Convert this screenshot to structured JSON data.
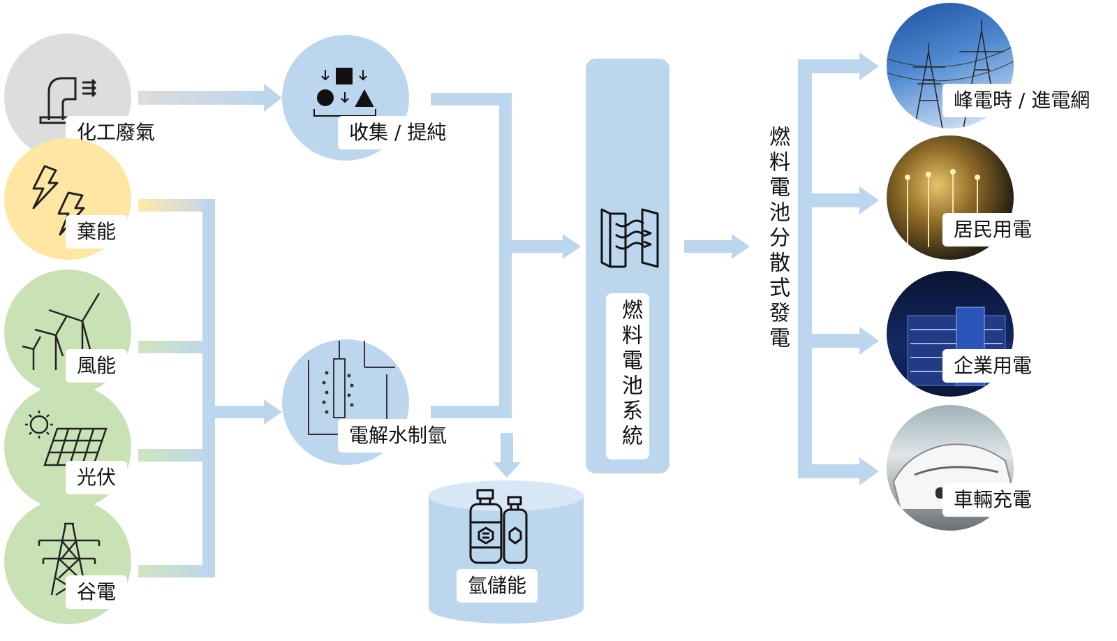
{
  "sources": [
    {
      "label": "化工廢氣",
      "icon": "chemical-pipe-icon"
    },
    {
      "label": "棄能",
      "icon": "lightning-icon"
    },
    {
      "label": "風能",
      "icon": "wind-turbine-icon"
    },
    {
      "label": "光伏",
      "icon": "solar-panel-icon"
    },
    {
      "label": "谷電",
      "icon": "power-tower-icon"
    }
  ],
  "processes": [
    {
      "label": "收集 / 提純",
      "icon": "sorting-shapes-icon"
    },
    {
      "label": "電解水制氫",
      "icon": "electrolysis-icon"
    }
  ],
  "storage": {
    "label": "氫儲能",
    "icon": "hydrogen-tanks-icon"
  },
  "fuel_cell": {
    "label": "燃料電池系統",
    "icon": "fuel-cell-stack-icon"
  },
  "generation_label": "燃料電池分散式發電",
  "outputs": [
    {
      "label": "峰電時 / 進電網",
      "icon": "transmission-tower-photo"
    },
    {
      "label": "居民用電",
      "icon": "residential-lights-photo"
    },
    {
      "label": "企業用電",
      "icon": "office-building-photo"
    },
    {
      "label": "車輛充電",
      "icon": "electric-car-photo"
    }
  ],
  "colors": {
    "flow_blue": "#bcd6ee",
    "gray": "#dddddd",
    "yellow": "#ffe7a3",
    "green": "#c9e2b5",
    "dark": "#222222"
  }
}
